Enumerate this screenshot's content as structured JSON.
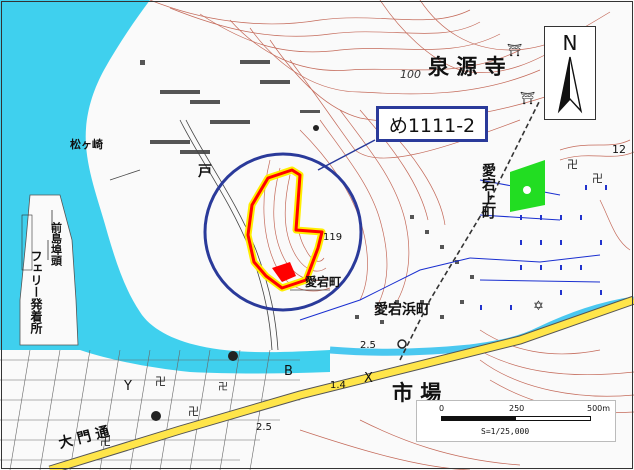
{
  "map": {
    "places": {
      "senganji": "泉 源 寺",
      "matsugasaki": "松ヶ崎",
      "atagokami": "愛宕上町",
      "atagomachi": "愛宕町",
      "atagohama": "愛宕浜町",
      "ichiba": "市 場",
      "daimon": "大 門 通",
      "maejima": "前島埠頭",
      "ferry": "フェリー発着所",
      "to": "戸"
    },
    "site_label": "め1111-2",
    "north": "N",
    "heights": {
      "h100": "100",
      "h119": "119",
      "h12": "12",
      "h25a": "2.5",
      "h25b": "2.5",
      "h14": "1.4"
    },
    "road_letters": {
      "y": "Y",
      "b": "B",
      "x": "X"
    },
    "scale": {
      "t0": "0",
      "t250": "250",
      "t500": "500m",
      "ratio": "S=1/25,000"
    },
    "colors": {
      "sea": "#3fd0ee",
      "contour": "#c46a5a",
      "site_red": "#ff0000",
      "site_yellow": "#ffee00",
      "circle": "#2a3a9a",
      "green": "#22dd22",
      "road_yellow": "#ffe54a",
      "river": "#4ac8f0"
    }
  }
}
